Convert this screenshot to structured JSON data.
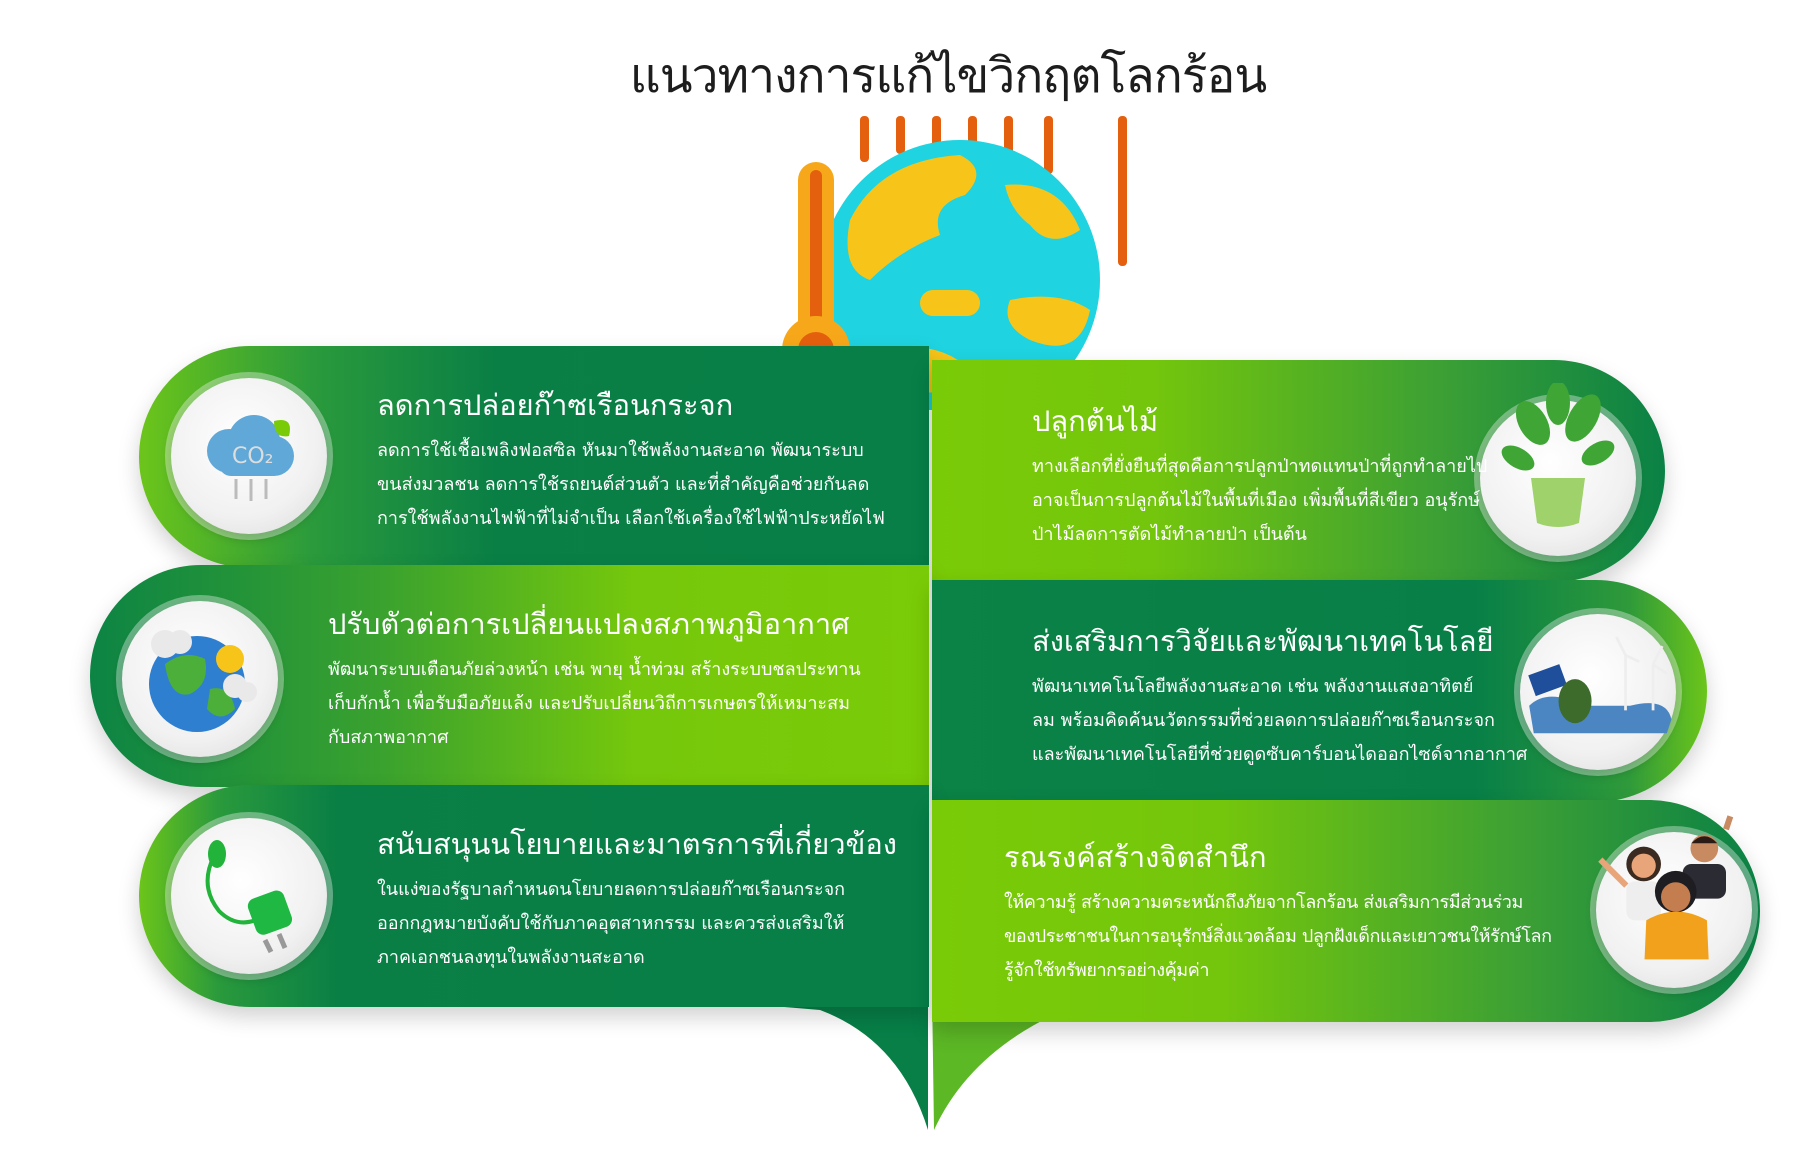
{
  "title": "แนวทางการแก้ไขวิกฤตโลกร้อน",
  "colors": {
    "dark_green": "#077f47",
    "lime": "#7acb07",
    "orange": "#e4600e",
    "globe_cyan": "#1fd3e0",
    "globe_yellow": "#f7c51a"
  },
  "cards": [
    {
      "title": "ลดการปล่อยก๊าซเรือนกระจก",
      "icon": "co2-cloud-icon",
      "lines": [
        "ลดการใช้เชื้อเพลิงฟอสซิล หันมาใช้พลังงานสะอาด พัฒนาระบบ",
        "ขนส่งมวลชน ลดการใช้รถยนต์ส่วนตัว และที่สำคัญคือช่วยกันลด",
        "การใช้พลังงานไฟฟ้าที่ไม่จำเป็น เลือกใช้เครื่องใช้ไฟฟ้าประหยัดไฟ"
      ]
    },
    {
      "title": "ปรับตัวต่อการเปลี่ยนแปลงสภาพภูมิอากาศ",
      "icon": "earth-weather-icon",
      "lines": [
        "พัฒนาระบบเตือนภัยล่วงหน้า เช่น พายุ น้ำท่วม  สร้างระบบชลประทาน",
        "เก็บกักน้ำ เพื่อรับมือภัยแล้ง และปรับเปลี่ยนวิถีการเกษตรให้เหมาะสม",
        "กับสภาพอากาศ"
      ]
    },
    {
      "title": "สนับสนุนนโยบายและมาตรการที่เกี่ยวข้อง",
      "icon": "green-plug-icon",
      "lines": [
        "ในแง่ของรัฐบาลกำหนดนโยบายลดการปล่อยก๊าซเรือนกระจก",
        "ออกกฎหมายบังคับใช้กับภาคอุตสาหกรรม และควรส่งเสริมให้",
        "ภาคเอกชนลงทุนในพลังงานสะอาด"
      ]
    },
    {
      "title": "ปลูกต้นไม้",
      "icon": "potted-plant-icon",
      "lines": [
        "ทางเลือกที่ยั่งยืนที่สุดคือการปลูกป่าทดแทนป่าที่ถูกทำลายไป",
        "อาจเป็นการปลูกต้นไม้ในพื้นที่เมือง เพิ่มพื้นที่สีเขียว อนุรักษ์",
        "ป่าไม้ลดการตัดไม้ทำลายป่า เป็นต้น"
      ]
    },
    {
      "title": "ส่งเสริมการวิจัยและพัฒนาเทคโนโลยี",
      "icon": "renewable-energy-icon",
      "lines": [
        "พัฒนาเทคโนโลยีพลังงานสะอาด เช่น พลังงานแสงอาทิตย์",
        "ลม พร้อมคิดค้นนวัตกรรมที่ช่วยลดการปล่อยก๊าซเรือนกระจก",
        "และพัฒนาเทคโนโลยีที่ช่วยดูดซับคาร์บอนไดออกไซด์จากอากาศ"
      ]
    },
    {
      "title": "รณรงค์สร้างจิตสำนึก",
      "icon": "people-group-icon",
      "lines": [
        "ให้ความรู้ สร้างความตระหนักถึงภัยจากโลกร้อน ส่งเสริมการมีส่วนร่วม",
        "ของประชาชนในการอนุรักษ์สิ่งแวดล้อม ปลูกฝังเด็กและเยาวชนให้รักษ์โลก",
        "รู้จักใช้ทรัพยากรอย่างคุ้มค่า"
      ]
    }
  ]
}
